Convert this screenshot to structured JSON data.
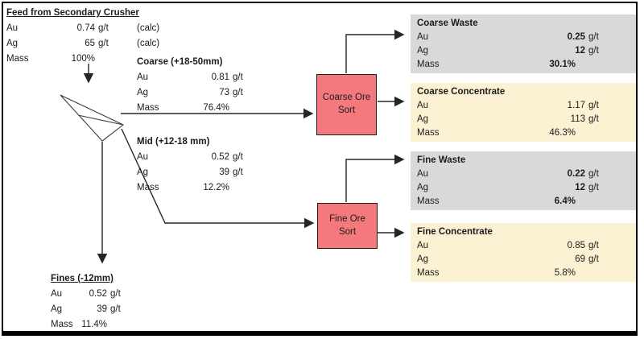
{
  "feed": {
    "title": "Feed from Secondary Crusher",
    "rows": [
      {
        "label": "Au",
        "value": "0.74",
        "unit": "g/t",
        "note": "(calc)"
      },
      {
        "label": "Ag",
        "value": "65",
        "unit": "g/t",
        "note": "(calc)"
      },
      {
        "label": "Mass",
        "value": "100%",
        "unit": "",
        "note": ""
      }
    ]
  },
  "coarse_stream": {
    "title": "Coarse (+18-50mm)",
    "rows": [
      {
        "label": "Au",
        "value": "0.81",
        "unit": "g/t"
      },
      {
        "label": "Ag",
        "value": "73",
        "unit": "g/t"
      },
      {
        "label": "Mass",
        "value": "76.4%",
        "unit": ""
      }
    ]
  },
  "mid_stream": {
    "title": "Mid (+12-18 mm)",
    "rows": [
      {
        "label": "Au",
        "value": "0.52",
        "unit": "g/t"
      },
      {
        "label": "Ag",
        "value": "39",
        "unit": "g/t"
      },
      {
        "label": "Mass",
        "value": "12.2%",
        "unit": ""
      }
    ]
  },
  "fines_stream": {
    "title": "Fines (-12mm)",
    "rows": [
      {
        "label": "Au",
        "value": "0.52",
        "unit": "g/t"
      },
      {
        "label": "Ag",
        "value": "39",
        "unit": "g/t"
      },
      {
        "label": "Mass",
        "value": "11.4%",
        "unit": ""
      }
    ]
  },
  "sorters": {
    "coarse_label": "Coarse Ore Sort",
    "fine_label": "Fine Ore Sort"
  },
  "outputs": {
    "coarse_waste": {
      "title": "Coarse Waste",
      "rows": [
        {
          "label": "Au",
          "value": "0.25",
          "unit": "g/t"
        },
        {
          "label": "Ag",
          "value": "12",
          "unit": "g/t"
        },
        {
          "label": "Mass",
          "value": "30.1%",
          "unit": ""
        }
      ]
    },
    "coarse_concentrate": {
      "title": "Coarse Concentrate",
      "rows": [
        {
          "label": "Au",
          "value": "1.17",
          "unit": "g/t"
        },
        {
          "label": "Ag",
          "value": "113",
          "unit": "g/t"
        },
        {
          "label": "Mass",
          "value": "46.3%",
          "unit": ""
        }
      ]
    },
    "fine_waste": {
      "title": "Fine Waste",
      "rows": [
        {
          "label": "Au",
          "value": "0.22",
          "unit": "g/t"
        },
        {
          "label": "Ag",
          "value": "12",
          "unit": "g/t"
        },
        {
          "label": "Mass",
          "value": "6.4%",
          "unit": ""
        }
      ]
    },
    "fine_concentrate": {
      "title": "Fine Concentrate",
      "rows": [
        {
          "label": "Au",
          "value": "0.85",
          "unit": "g/t"
        },
        {
          "label": "Ag",
          "value": "69",
          "unit": "g/t"
        },
        {
          "label": "Mass",
          "value": "5.8%",
          "unit": ""
        }
      ]
    }
  },
  "colors": {
    "sorter_fill": "#F4797D",
    "waste_fill": "#D9D9D9",
    "concentrate_fill": "#FBF1D3",
    "line": "#262626"
  }
}
